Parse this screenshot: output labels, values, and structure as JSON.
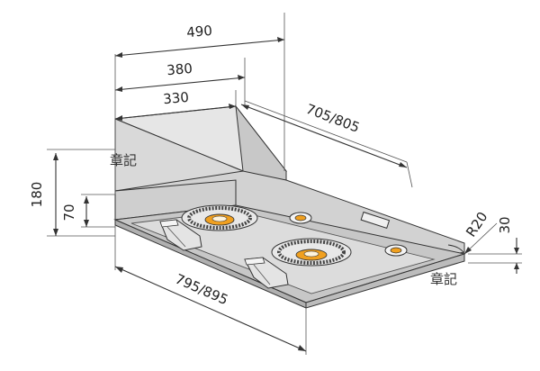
{
  "dimensions": {
    "width_total": "490",
    "width_mid": "380",
    "width_inner": "330",
    "depth": "705/805",
    "height_total": "180",
    "height_body": "70",
    "length": "795/895",
    "radius": "R20",
    "lip": "30"
  },
  "watermarks": [
    "章記",
    "章記"
  ],
  "colors": {
    "line": "#333333",
    "panel": "#d0d0d0",
    "panel_dark": "#b8b8b8",
    "underside": "#c4c4c4",
    "orange": "#f0a020"
  }
}
